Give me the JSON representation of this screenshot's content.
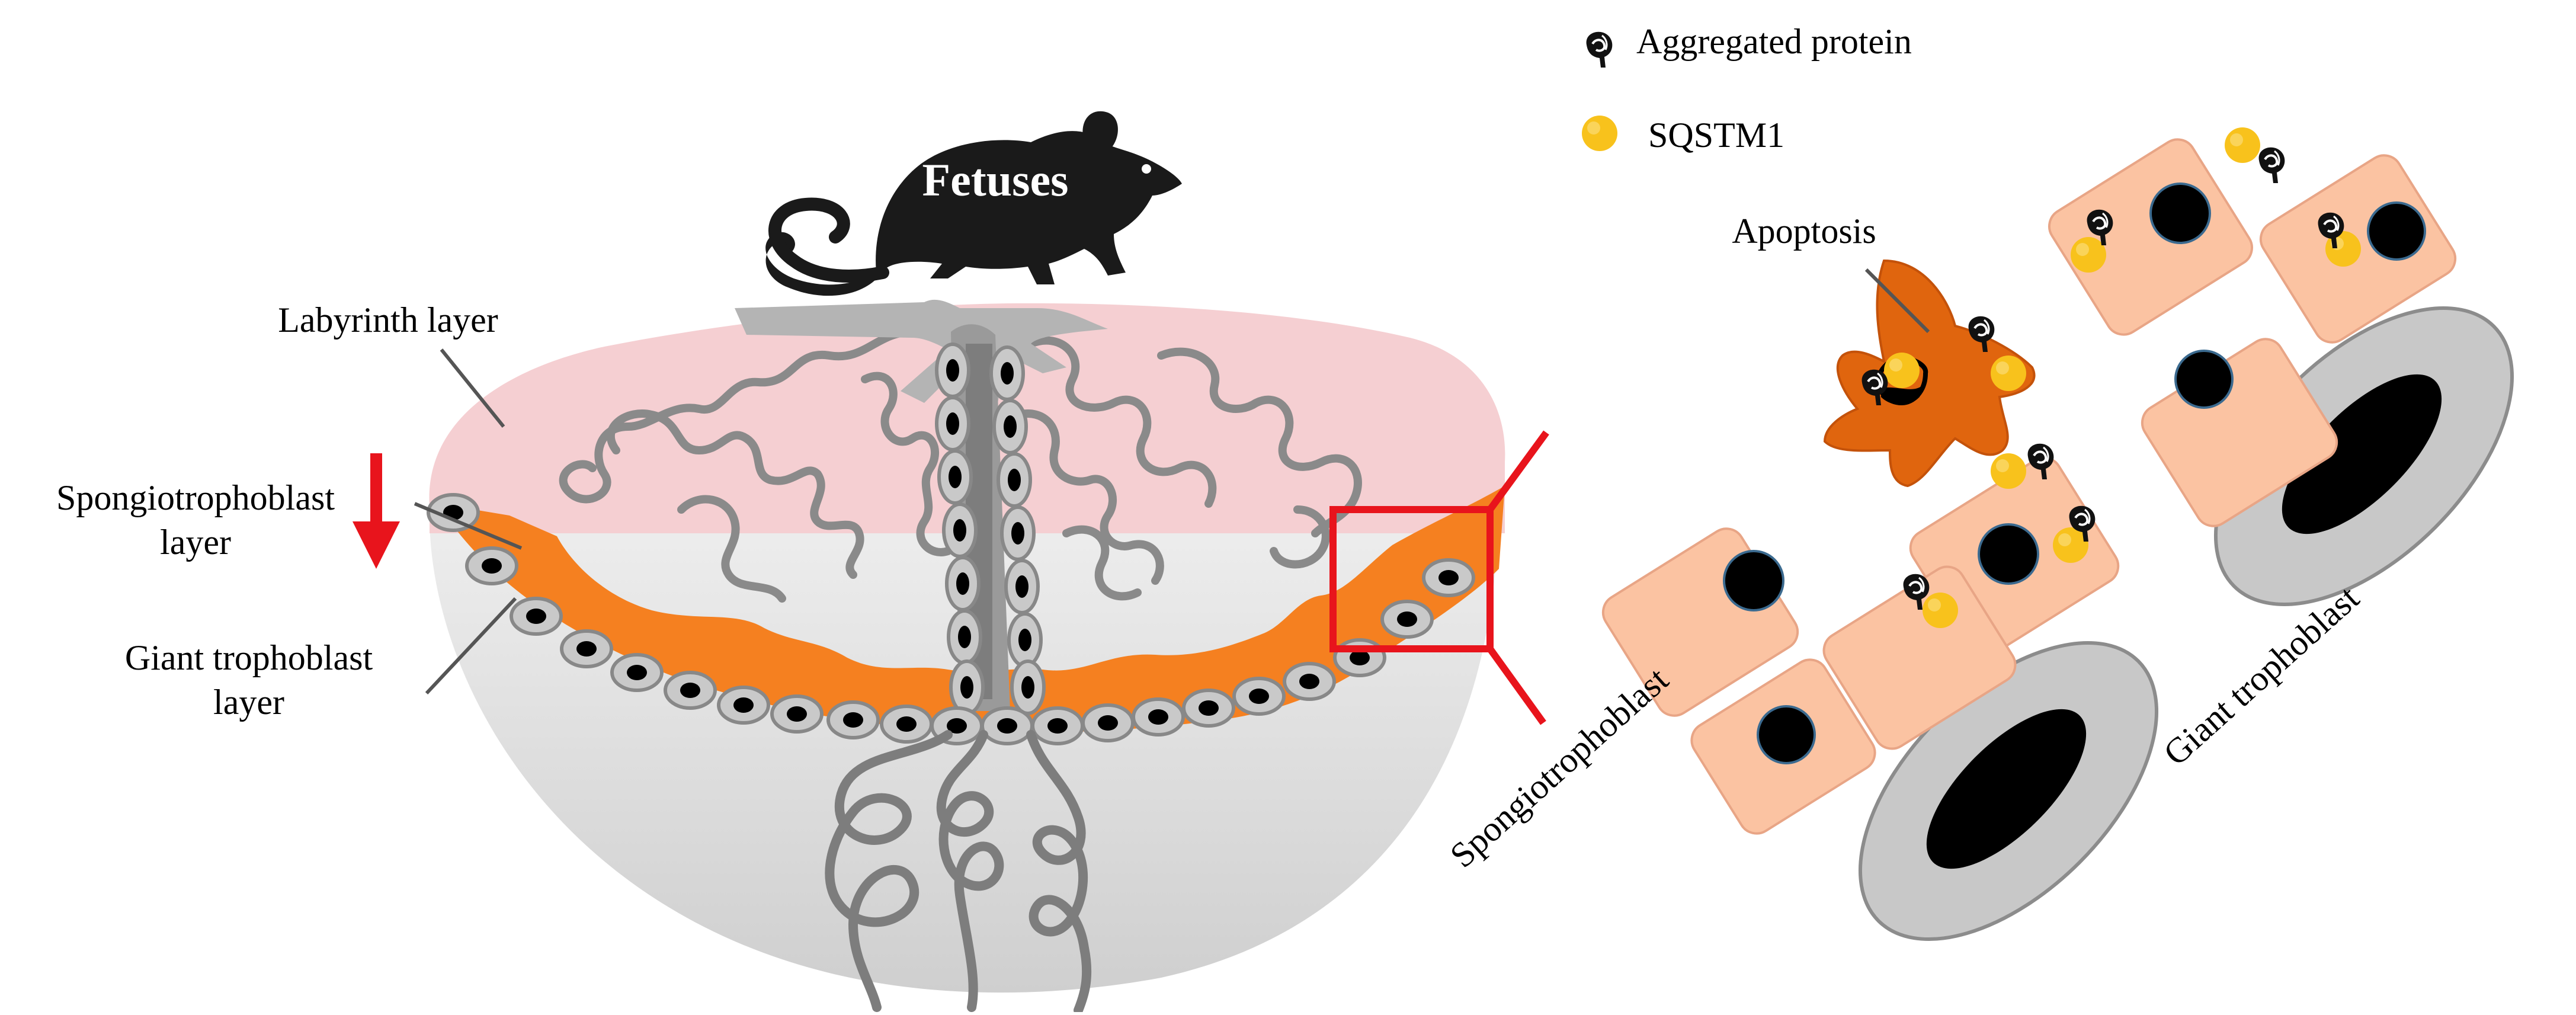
{
  "figure": {
    "mouse_label": "Fetuses",
    "placenta_labels": {
      "labyrinth": "Labyrinth layer",
      "spongio_line1": "Spongiotrophoblast",
      "spongio_line2": "layer",
      "giant_line1": "Giant trophoblast",
      "giant_line2": "layer"
    },
    "zoom_labels": {
      "apoptosis": "Apoptosis",
      "spongiotrophoblast": "Spongiotrophoblast",
      "giant_trophoblast": "Giant trophoblast"
    },
    "legend": [
      {
        "icon": "aggregated-protein-icon",
        "label": "Aggregated protein"
      },
      {
        "icon": "sqstm1-icon",
        "label": "SQSTM1",
        "color": "#f8c21c"
      }
    ],
    "colors": {
      "labyrinth": "#f5cfd2",
      "spongiotrophoblast_layer": "#f58020",
      "decidua": "#d6d6d6",
      "cell": "#fbc3a2",
      "apoptotic_cell": "#e0650e",
      "giant_cell": "#c8c8c8",
      "sqstm1": "#f8c21c",
      "highlight": "#e8141c",
      "arrow": "#e8141c"
    }
  }
}
